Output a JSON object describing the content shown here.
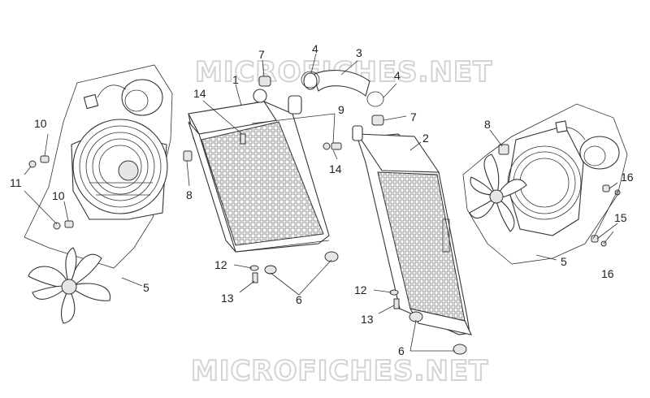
{
  "watermark": {
    "text_top": "MICROFICHES.NET",
    "text_bottom": "MICROFICHES.NET"
  },
  "callouts": {
    "c1": "1",
    "c2": "2",
    "c3": "3",
    "c4a": "4",
    "c4b": "4",
    "c5a": "5",
    "c5b": "5",
    "c6a": "6",
    "c6b": "6",
    "c7a": "7",
    "c7b": "7",
    "c8a": "8",
    "c8b": "8",
    "c9": "9",
    "c10a": "10",
    "c10b": "10",
    "c11": "11",
    "c12a": "12",
    "c12b": "12",
    "c13a": "13",
    "c13b": "13",
    "c14a": "14",
    "c14b": "14",
    "c15": "15",
    "c16a": "16",
    "c16b": "16"
  }
}
